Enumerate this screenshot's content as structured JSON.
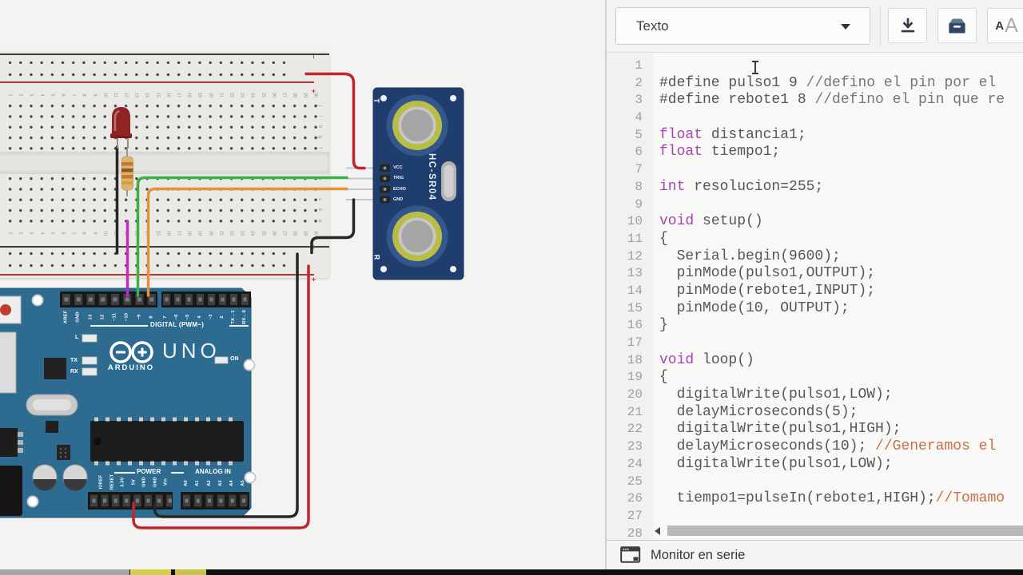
{
  "toolbar": {
    "code_view_dropdown": {
      "value": "Texto"
    },
    "buttons": {
      "download": "download-icon",
      "library": "archive-icon",
      "font_size_small": "A",
      "font_size_large": "A"
    }
  },
  "editor": {
    "lines": [
      {
        "n": "1",
        "seg": []
      },
      {
        "n": "2",
        "seg": [
          [
            "d",
            "#define pulso1 9 "
          ],
          [
            "cg",
            "//defino el pin por el"
          ]
        ]
      },
      {
        "n": "3",
        "seg": [
          [
            "d",
            "#define rebote1 8 "
          ],
          [
            "cg",
            "//defino el pin que re"
          ]
        ]
      },
      {
        "n": "4",
        "seg": []
      },
      {
        "n": "5",
        "seg": [
          [
            "k",
            "float"
          ],
          [
            "d",
            " distancia1;"
          ]
        ]
      },
      {
        "n": "6",
        "seg": [
          [
            "k",
            "float"
          ],
          [
            "d",
            " tiempo1;"
          ]
        ]
      },
      {
        "n": "7",
        "seg": []
      },
      {
        "n": "8",
        "seg": [
          [
            "k",
            "int"
          ],
          [
            "d",
            " resolucion=255;"
          ]
        ]
      },
      {
        "n": "9",
        "seg": []
      },
      {
        "n": "10",
        "seg": [
          [
            "k",
            "void"
          ],
          [
            "d",
            " setup()"
          ]
        ]
      },
      {
        "n": "11",
        "seg": [
          [
            "d",
            "{"
          ]
        ]
      },
      {
        "n": "12",
        "seg": [
          [
            "d",
            "  Serial.begin(9600);"
          ]
        ]
      },
      {
        "n": "13",
        "seg": [
          [
            "d",
            "  pinMode(pulso1,OUTPUT);"
          ]
        ]
      },
      {
        "n": "14",
        "seg": [
          [
            "d",
            "  pinMode(rebote1,INPUT);"
          ]
        ]
      },
      {
        "n": "15",
        "seg": [
          [
            "d",
            "  pinMode(10, OUTPUT);"
          ]
        ]
      },
      {
        "n": "16",
        "seg": [
          [
            "d",
            "}"
          ]
        ]
      },
      {
        "n": "17",
        "seg": []
      },
      {
        "n": "18",
        "seg": [
          [
            "k",
            "void"
          ],
          [
            "d",
            " loop()"
          ]
        ]
      },
      {
        "n": "19",
        "seg": [
          [
            "d",
            "{"
          ]
        ]
      },
      {
        "n": "20",
        "seg": [
          [
            "d",
            "  digitalWrite(pulso1,LOW);"
          ]
        ]
      },
      {
        "n": "21",
        "seg": [
          [
            "d",
            "  delayMicroseconds(5);"
          ]
        ]
      },
      {
        "n": "22",
        "seg": [
          [
            "d",
            "  digitalWrite(pulso1,HIGH);"
          ]
        ]
      },
      {
        "n": "23",
        "seg": [
          [
            "d",
            "  delayMicroseconds(10); "
          ],
          [
            "cm",
            "//Generamos el"
          ]
        ]
      },
      {
        "n": "24",
        "seg": [
          [
            "d",
            "  digitalWrite(pulso1,LOW);"
          ]
        ]
      },
      {
        "n": "25",
        "seg": []
      },
      {
        "n": "26",
        "seg": [
          [
            "d",
            "  tiempo1=pulseIn(rebote1,HIGH);"
          ],
          [
            "cm",
            "//Tomamo"
          ]
        ]
      },
      {
        "n": "27",
        "seg": []
      },
      {
        "n": "28",
        "seg": []
      }
    ]
  },
  "serial_monitor": {
    "label": "Monitor en serie"
  },
  "breadboard": {
    "column_numbers": [
      "1",
      "2",
      "3",
      "4",
      "5",
      "6",
      "7",
      "8",
      "9",
      "10",
      "11",
      "12",
      "13",
      "14",
      "15",
      "16",
      "17",
      "18",
      "19",
      "20",
      "21",
      "22",
      "23",
      "24",
      "25",
      "26",
      "27",
      "28",
      "29",
      "30"
    ],
    "row_letters_top": [
      "j",
      "i",
      "h",
      "g",
      "f"
    ],
    "row_letters_bottom": [
      "e",
      "d",
      "c",
      "b",
      "a"
    ],
    "rail_minus": "−",
    "rail_plus": "+"
  },
  "arduino": {
    "digital_pins_left": [
      "AREF",
      "GND",
      "13",
      "12",
      "~11",
      "~10",
      "~9",
      "8"
    ],
    "digital_pins_right": [
      "7",
      "~6",
      "~5",
      "4",
      "~3",
      "2",
      "TX→1",
      "RX←0"
    ],
    "digital_label": "DIGITAL (PWM~)",
    "power_label": "POWER",
    "analog_label": "ANALOG IN",
    "power_pins": [
      "IOREF",
      "RESET",
      "3.3V",
      "5V",
      "GND",
      "GND",
      "Vin"
    ],
    "analog_pins": [
      "A0",
      "A1",
      "A2",
      "A3",
      "A4",
      "A5"
    ],
    "brand": "ARDUINO",
    "model": "UNO",
    "led_l": "L",
    "led_tx": "TX",
    "led_rx": "RX",
    "led_on": "ON"
  },
  "sensor": {
    "name": "HC-SR04",
    "pins": [
      "VCC",
      "TRIG",
      "ECHO",
      "GND"
    ],
    "transmitter_label": "T",
    "receiver_label": "R"
  },
  "circuit": {
    "components": [
      "breadboard",
      "arduino-uno",
      "hc-sr04-ultrasonic-sensor",
      "red-led",
      "resistor"
    ],
    "wires": [
      {
        "id": "led-cathode-to-gnd-rail",
        "color": "black"
      },
      {
        "id": "led-resistor-to-pin10",
        "color": "magenta"
      },
      {
        "id": "trig-to-pin9",
        "color": "green"
      },
      {
        "id": "echo-to-pin8",
        "color": "orange"
      },
      {
        "id": "plus-rail-to-sensor-vcc",
        "color": "red"
      },
      {
        "id": "sensor-gnd-to-minus-rail",
        "color": "black"
      },
      {
        "id": "5v-to-plus-rail",
        "color": "red"
      },
      {
        "id": "gnd-to-minus-rail",
        "color": "black"
      }
    ]
  },
  "colors": {
    "arduino_board": "#2e6b91",
    "sensor_board": "#1f3e6e",
    "wire_red": "#c0272d",
    "wire_black": "#262626",
    "wire_green": "#3fb044",
    "wire_orange": "#e8913c",
    "wire_magenta": "#c22bbd",
    "keyword": "#a346b0",
    "comment_orange": "#c9704a",
    "code_default": "#54575b"
  }
}
